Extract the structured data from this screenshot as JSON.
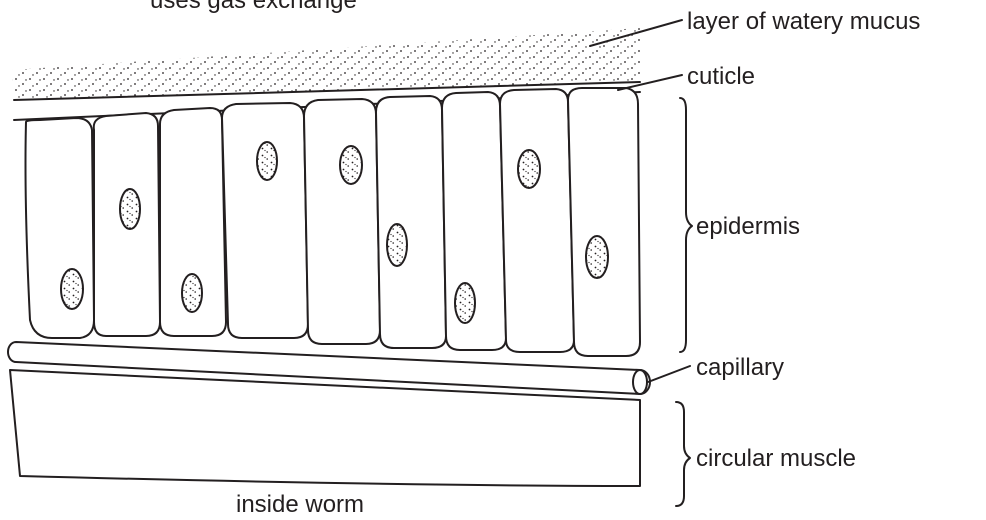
{
  "top_text": "uses gas exchange",
  "labels": {
    "mucus": "layer of watery mucus",
    "cuticle": "cuticle",
    "epidermis": "epidermis",
    "capillary": "capillary",
    "muscle": "circular muscle",
    "inside": "inside worm"
  },
  "colors": {
    "ink": "#231f20",
    "background": "#ffffff"
  }
}
